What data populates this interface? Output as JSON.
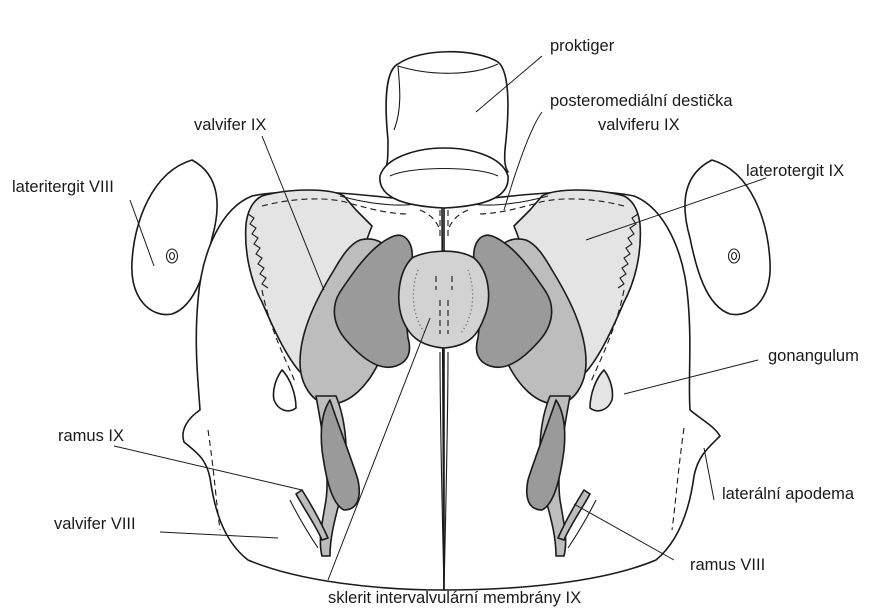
{
  "colors": {
    "outline": "#1a1a1a",
    "light_gray": "#e4e4e4",
    "medium_gray": "#bdbdbd",
    "dark_gray": "#9a9a9a",
    "white": "#ffffff"
  },
  "labels": {
    "proktiger": "proktiger",
    "posteromedial_1": "posteromediální destička",
    "posteromedial_2": "valviferu IX",
    "valvifer_ix": "valvifer IX",
    "lateritergit_viii": "lateritergit VIII",
    "laterotergit_ix": "laterotergit IX",
    "gonangulum": "gonangulum",
    "ramus_ix": "ramus IX",
    "lateralni_apodema": "laterální apodema",
    "valvifer_viii": "valvifer VIII",
    "ramus_viii": "ramus VIII",
    "sklerit": "sklerit intervalvulární membrány IX"
  }
}
